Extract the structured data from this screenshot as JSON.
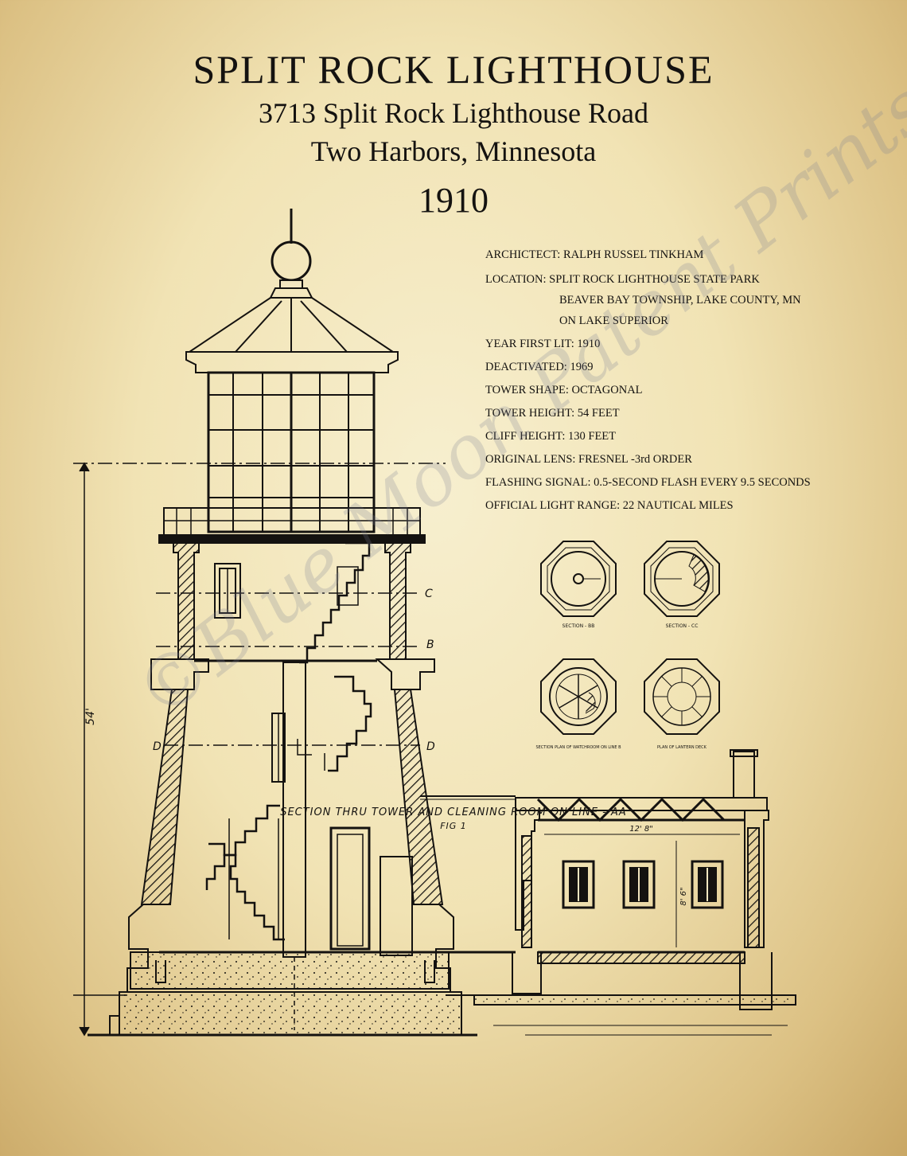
{
  "header": {
    "title": "SPLIT ROCK LIGHTHOUSE",
    "address_line1": "3713 Split Rock Lighthouse Road",
    "address_line2": "Two Harbors, Minnesota",
    "year": "1910"
  },
  "facts": {
    "architect": "ARCHICTECT:  RALPH RUSSEL TINKHAM",
    "location_1": "LOCATION:  SPLIT ROCK LIGHTHOUSE STATE PARK",
    "location_2": "BEAVER BAY TOWNSHIP, LAKE  COUNTY, MN",
    "location_3": "ON LAKE SUPERIOR",
    "year_first_lit": "YEAR FIRST LIT:  1910",
    "deactivated": "DEACTIVATED:  1969",
    "tower_shape": "TOWER SHAPE:  OCTAGONAL",
    "tower_height": "TOWER HEIGHT:  54 FEET",
    "cliff_height": "CLIFF HEIGHT:  130 FEET",
    "original_lens": "ORIGINAL LENS:  FRESNEL -3rd ORDER",
    "flashing_signal": "FLASHING SIGNAL:  0.5-SECOND FLASH EVERY 9.5 SECONDS",
    "light_range": "OFFICIAL LIGHT RANGE:  22 NAUTICAL MILES"
  },
  "drawing": {
    "height_dimension": "54'",
    "section_labels": {
      "c": "C",
      "b": "B",
      "d_left": "D",
      "d_right": "D"
    },
    "room_width": "12' 8\"",
    "room_height": "8' 6\""
  },
  "plans": {
    "fig2": "SECTION - BB",
    "fig3": "SECTION - CC",
    "fig4": "SECTION PLAN OF WATCHROOM ON LINE B",
    "fig5": "PLAN OF LANTERN DECK"
  },
  "caption": {
    "main": "SECTION THRU TOWER AND CLEANING ROOM ON LINE - AA",
    "fig": "FIG 1"
  },
  "watermark": "©Blue Moon Patent Prints"
}
